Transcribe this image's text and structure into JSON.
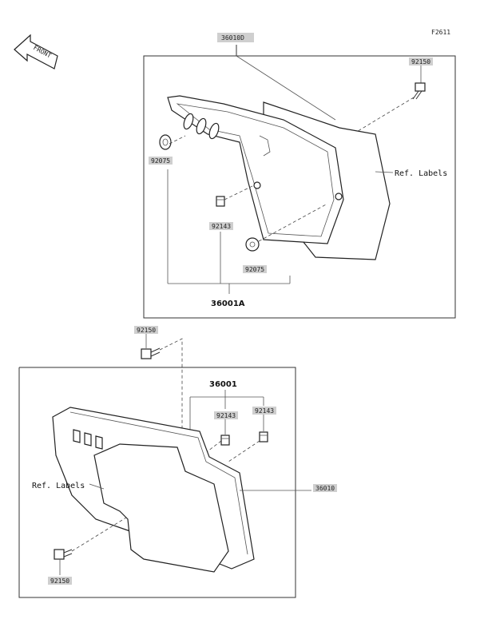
{
  "figure_code": "F2611",
  "front_label": "FRONT",
  "ref_labels": "Ref. Labels",
  "parts": {
    "upper_cover": "36010D",
    "lower_cover": "36010",
    "bolt_upper": "92150",
    "bolt_mid": "92150",
    "bolt_lower": "92150",
    "grommet_a": "92075",
    "grommet_b": "92075",
    "collar_upper": "92143",
    "collar_lower_a": "92143",
    "collar_lower_b": "92143",
    "assembly_upper": "36001A",
    "assembly_lower": "36001"
  }
}
